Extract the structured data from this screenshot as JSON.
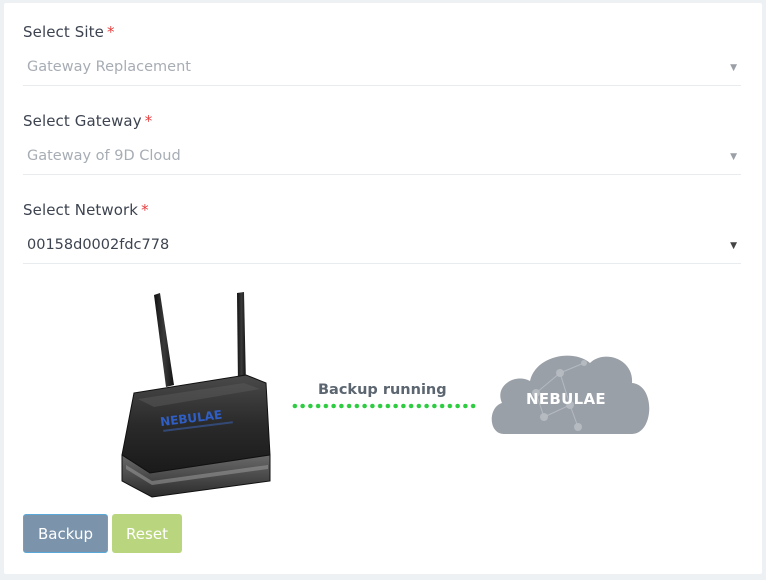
{
  "form": {
    "site": {
      "label": "Select Site",
      "required_mark": "*",
      "value": "Gateway Replacement"
    },
    "gateway": {
      "label": "Select Gateway",
      "required_mark": "*",
      "value": "Gateway of 9D Cloud"
    },
    "network": {
      "label": "Select Network",
      "required_mark": "*",
      "value": "00158d0002fdc778"
    }
  },
  "diagram": {
    "router_brand": "NEBULAE",
    "status": "Backup running",
    "cloud_label": "NEBULAE",
    "icons": [
      "router-icon",
      "connection-dots",
      "cloud-icon"
    ]
  },
  "buttons": {
    "backup_label": "Backup",
    "reset_label": "Reset"
  },
  "colors": {
    "required": "#e53e3e",
    "backup_button": "#7b93ab",
    "reset_button": "#b9d67e",
    "connection": "#2ecc40",
    "cloud": "#9aa0a8"
  }
}
